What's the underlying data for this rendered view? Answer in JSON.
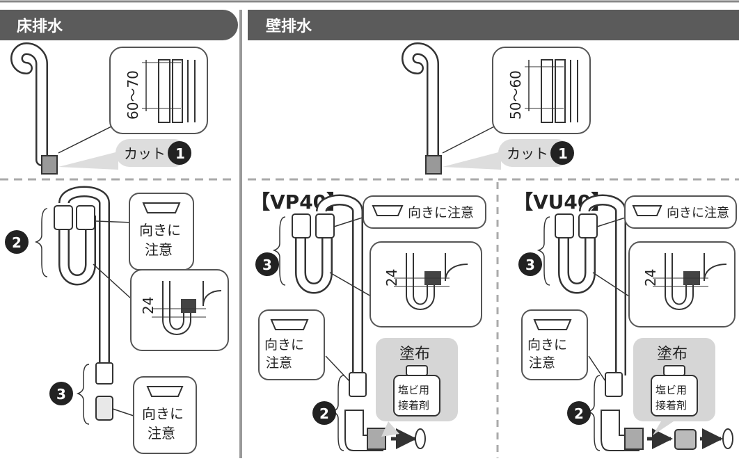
{
  "floor": {
    "title": "床排水",
    "dim": "60～70",
    "cut": "カット",
    "cut_num": "1",
    "num2": "2",
    "num3": "3",
    "caution_a": [
      "向きに",
      "注意"
    ],
    "caution_b": [
      "向きに",
      "注意"
    ],
    "dim24": "24"
  },
  "wall": {
    "title": "壁排水",
    "dim": "50～60",
    "cut": "カット",
    "cut_num": "1",
    "vp": {
      "label": "【VP40】",
      "caution_top": "向きに注意",
      "caution_left": [
        "向きに",
        "注意"
      ],
      "dim24": "24",
      "num3": "3",
      "num2": "2",
      "apply": "塗布",
      "glue": [
        "塩ビ用",
        "接着剤"
      ]
    },
    "vu": {
      "label": "【VU40】",
      "caution_top": "向きに注意",
      "caution_left": [
        "向きに",
        "注意"
      ],
      "dim24": "24",
      "num3": "3",
      "num2": "2",
      "apply": "塗布",
      "glue": [
        "塩ビ用",
        "接着剤"
      ]
    }
  },
  "colors": {
    "header": "#5b5b5b",
    "line": "#333333",
    "balloon_bg": "#ffffff",
    "gray_light": "#dcdcdc",
    "gray_mid": "#bdbdbd",
    "dash": "#a8a8a8"
  }
}
